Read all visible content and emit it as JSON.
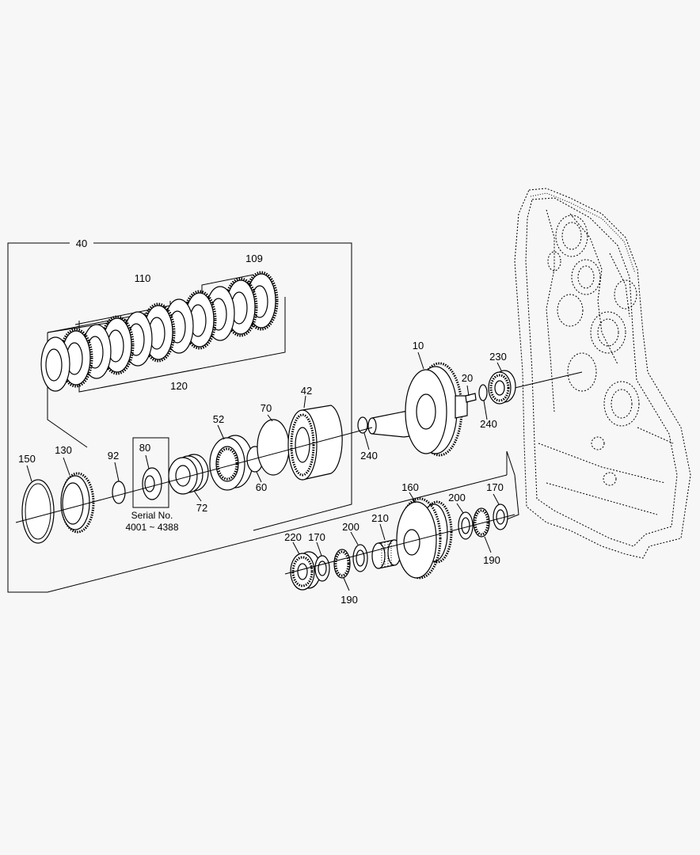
{
  "group_label": "40",
  "serial_note": {
    "line1": "Serial No.",
    "line2": "4001 ~ 4388"
  },
  "callouts": {
    "p10": "10",
    "p20": "20",
    "p230": "230",
    "p240a": "240",
    "p240b": "240",
    "p42": "42",
    "p52": "52",
    "p60": "60",
    "p70": "70",
    "p72": "72",
    "p80": "80",
    "p92": "92",
    "p109": "109",
    "p110": "110",
    "p120": "120",
    "p130": "130",
    "p150": "150",
    "p160": "160",
    "p170a": "170",
    "p170b": "170",
    "p190a": "190",
    "p190b": "190",
    "p200a": "200",
    "p200b": "200",
    "p210": "210",
    "p220": "220"
  }
}
